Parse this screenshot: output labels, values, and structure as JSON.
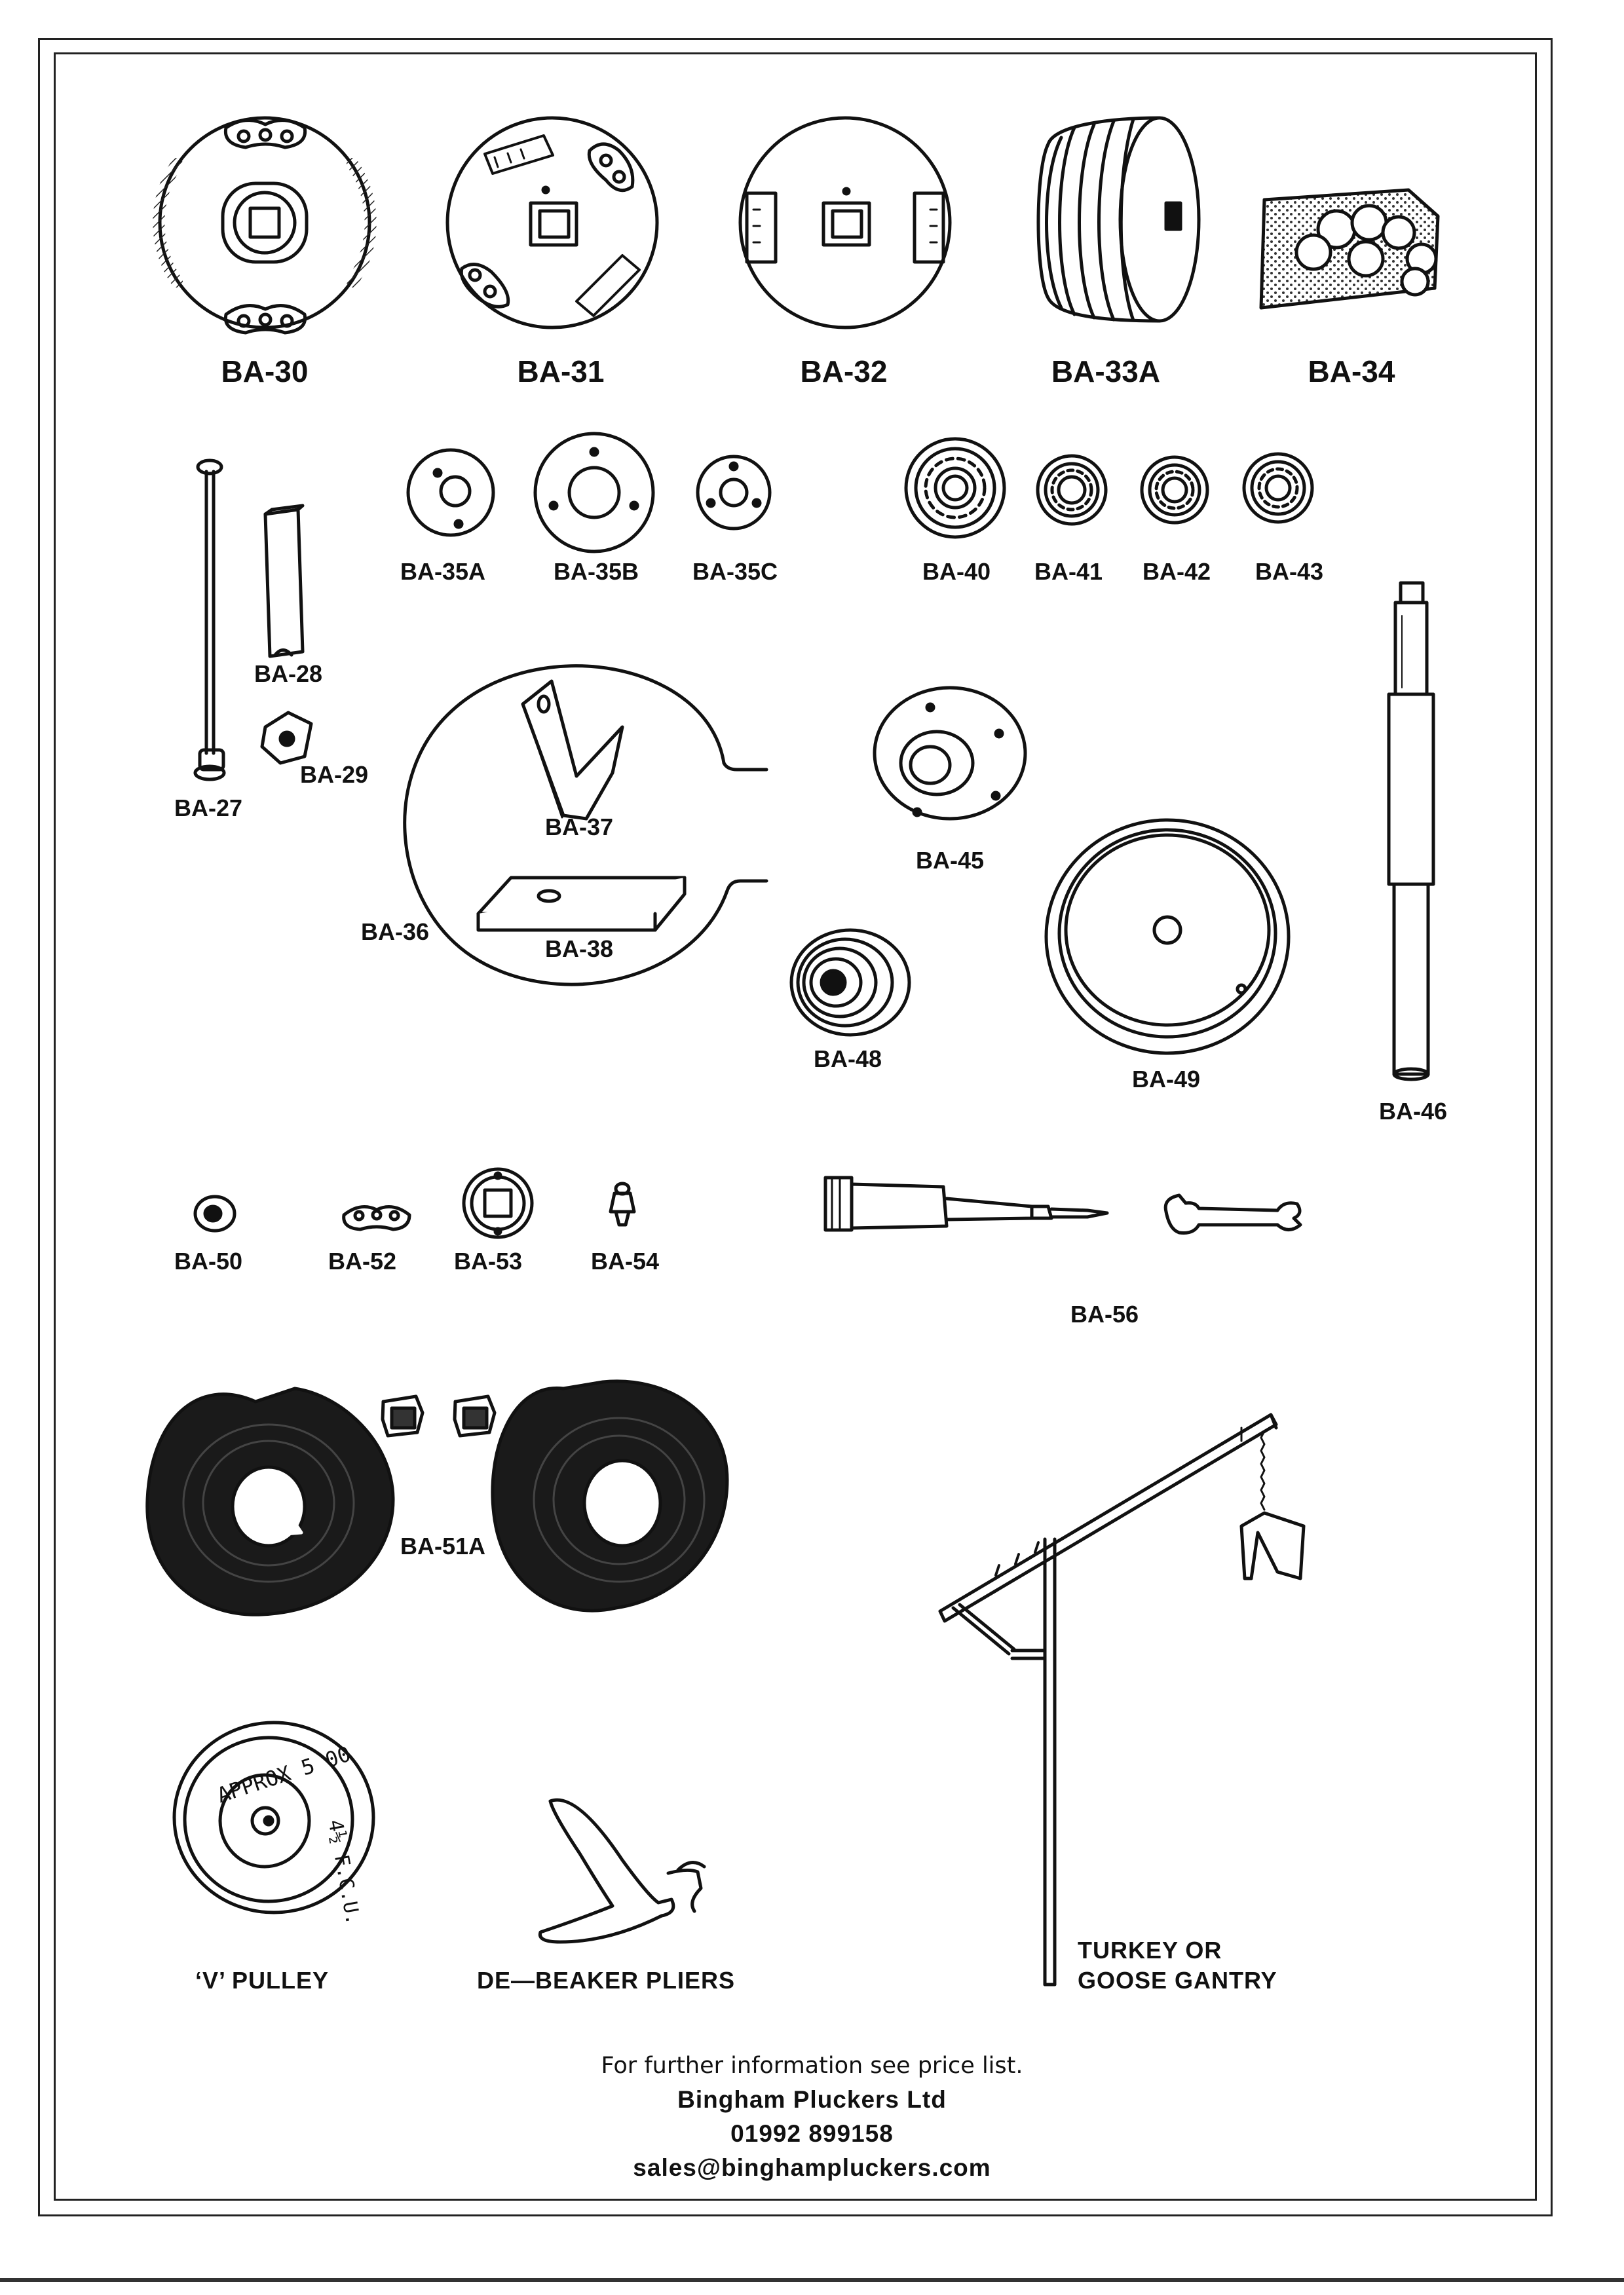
{
  "parts": [
    {
      "id": "ba30",
      "label": "BA-30"
    },
    {
      "id": "ba31",
      "label": "BA-31"
    },
    {
      "id": "ba32",
      "label": "BA-32"
    },
    {
      "id": "ba33a",
      "label": "BA-33A"
    },
    {
      "id": "ba34",
      "label": "BA-34"
    },
    {
      "id": "ba35a",
      "label": "BA-35A"
    },
    {
      "id": "ba35b",
      "label": "BA-35B"
    },
    {
      "id": "ba35c",
      "label": "BA-35C"
    },
    {
      "id": "ba40",
      "label": "BA-40"
    },
    {
      "id": "ba41",
      "label": "BA-41"
    },
    {
      "id": "ba42",
      "label": "BA-42"
    },
    {
      "id": "ba43",
      "label": "BA-43"
    },
    {
      "id": "ba28",
      "label": "BA-28"
    },
    {
      "id": "ba29",
      "label": "BA-29"
    },
    {
      "id": "ba27",
      "label": "BA-27"
    },
    {
      "id": "ba37",
      "label": "BA-37"
    },
    {
      "id": "ba36",
      "label": "BA-36"
    },
    {
      "id": "ba38",
      "label": "BA-38"
    },
    {
      "id": "ba45",
      "label": "BA-45"
    },
    {
      "id": "ba48",
      "label": "BA-48"
    },
    {
      "id": "ba49",
      "label": "BA-49"
    },
    {
      "id": "ba46",
      "label": "BA-46"
    },
    {
      "id": "ba50",
      "label": "BA-50"
    },
    {
      "id": "ba52",
      "label": "BA-52"
    },
    {
      "id": "ba53",
      "label": "BA-53"
    },
    {
      "id": "ba54",
      "label": "BA-54"
    },
    {
      "id": "ba56",
      "label": "BA-56"
    },
    {
      "id": "ba51a",
      "label": "BA-51A"
    }
  ],
  "captions": {
    "v_pulley": "‘V’ PULLEY",
    "pliers": "DE—BEAKER PLIERS",
    "gantry_line1": "TURKEY OR",
    "gantry_line2": "GOOSE GANTRY"
  },
  "pulley_text": {
    "top": "APPROX 5 00",
    "side": "4½ F.C.U."
  },
  "footer": {
    "note": "For further information see price list.",
    "company": "Bingham Pluckers Ltd",
    "phone": "01992 899158",
    "email": "sales@binghampluckers.com"
  }
}
